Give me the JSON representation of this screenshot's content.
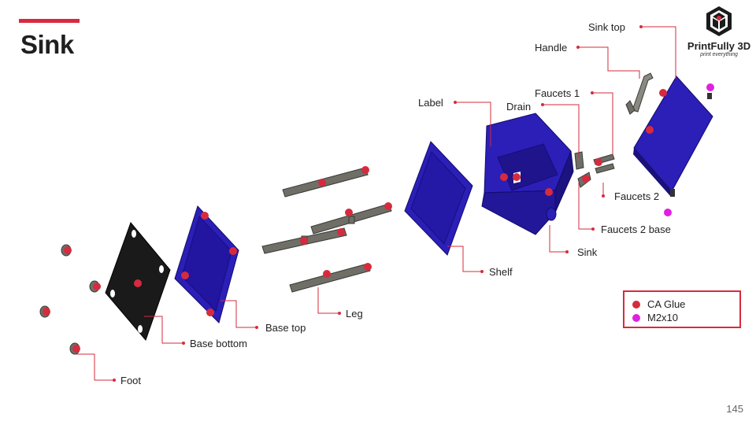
{
  "slide": {
    "title": "Sink",
    "page_number": "145"
  },
  "brand": {
    "name": "PrintFully 3D",
    "tagline": "print everything",
    "logo_icon": "cube-logo-icon"
  },
  "labels": {
    "sink_top": "Sink top",
    "handle": "Handle",
    "faucets_1": "Faucets 1",
    "label": "Label",
    "drain": "Drain",
    "faucets_2": "Faucets 2",
    "faucets_2_base": "Faucets 2 base",
    "sink": "Sink",
    "shelf": "Shelf",
    "leg": "Leg",
    "base_top": "Base top",
    "base_bottom": "Base bottom",
    "foot": "Foot"
  },
  "legend": {
    "items": [
      {
        "label": "CA Glue",
        "color": "#d62b3e"
      },
      {
        "label": "M2x10",
        "color": "#e020e0"
      }
    ]
  },
  "colors": {
    "accent": "#d62b3e",
    "part_blue": "#2b1fb8",
    "part_black": "#1a1a1a",
    "part_grey": "#6f6f68",
    "glue": "#d62b3e",
    "screw": "#e020e0"
  }
}
